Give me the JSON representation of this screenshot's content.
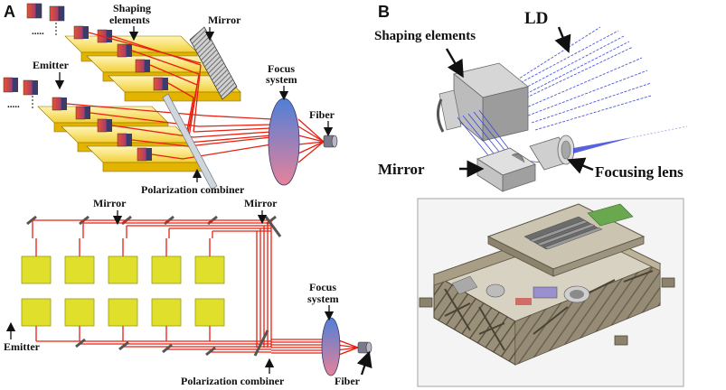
{
  "panels": [
    {
      "id": "A"
    },
    {
      "id": "B"
    }
  ],
  "labels": {
    "a_top": {
      "shaping": [
        "Shaping",
        "elements"
      ],
      "mirror": "Mirror",
      "emitter": "Emitter",
      "focus": [
        "Focus",
        "system"
      ],
      "fiber": "Fiber",
      "polarization": "Polarization combiner",
      "dots": ".....",
      "dots2": "....."
    },
    "a_bottom": {
      "mirror_left": "Mirror",
      "mirror_right": "Mirror",
      "focus": [
        "Focus",
        "system"
      ],
      "emitter": "Emitter",
      "polarization": "Polarization combiner",
      "fiber": "Fiber"
    },
    "b": {
      "ld": "LD",
      "shaping": "Shaping elements",
      "mirror": "Mirror",
      "focusing_lens": "Focusing lens"
    }
  },
  "colors": {
    "beam": "#e82010",
    "block_front": "#f4d400",
    "block_top": "#fff3a6",
    "lens_top": "#4f7fd8",
    "lens_bottom": "#e6829a",
    "laser_ray": "#3a48d8",
    "mirror": "#8c8c8c",
    "arrow": "#111111"
  }
}
